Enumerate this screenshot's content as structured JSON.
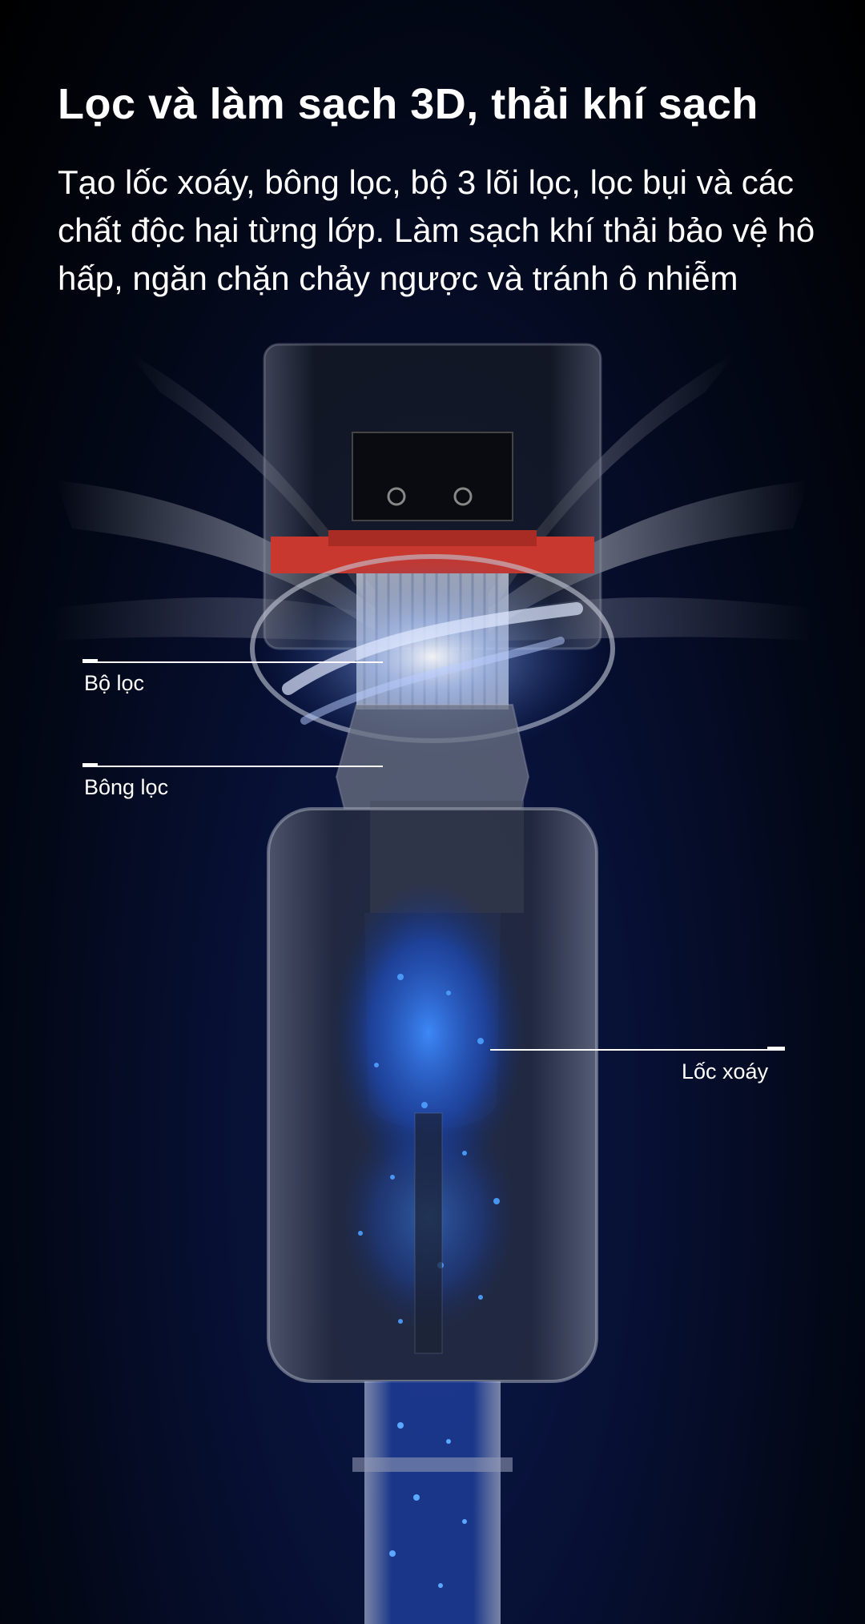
{
  "header": {
    "title": "Lọc và làm sạch 3D, thải khí sạch",
    "description": "Tạo lốc xoáy, bông lọc, bộ 3 lõi lọc, lọc bụi và các chất độc hại từng lớp. Làm sạch khí thải bảo vệ hô hấp, ngăn chặn chảy ngược và tránh ô nhiễm"
  },
  "callouts": {
    "filter": "Bộ lọc",
    "cotton_filter": "Bông lọc",
    "cyclone": "Lốc xoáy"
  },
  "colors": {
    "background": "#030818",
    "accent_red": "#c8382e",
    "accent_blue": "#2a7bff",
    "text": "#ffffff"
  },
  "icons": [
    "vacuum-filter-illustration"
  ]
}
